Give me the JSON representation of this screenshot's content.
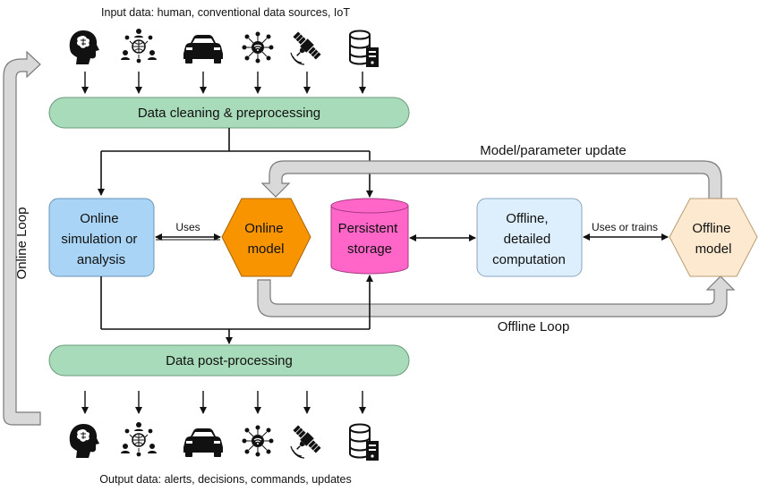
{
  "captions": {
    "input": "Input data: human, conventional data sources, IoT",
    "output": "Output data: alerts, decisions, commands, updates"
  },
  "stages": {
    "cleaning": "Data cleaning & preprocessing",
    "post": "Data post-processing"
  },
  "nodes": {
    "online_sim": [
      "Online",
      "simulation or",
      "analysis"
    ],
    "online_model": [
      "Online",
      "model"
    ],
    "storage": [
      "Persistent",
      "storage"
    ],
    "offline_comp": [
      "Offline,",
      "detailed",
      "computation"
    ],
    "offline_model": [
      "Offline",
      "model"
    ]
  },
  "edge_labels": {
    "uses": "Uses",
    "uses_or_trains": "Uses or trains"
  },
  "loops": {
    "online": "Online Loop",
    "offline": "Offline Loop",
    "update": "Model/parameter update"
  },
  "icons": [
    "human-head-icon",
    "people-network-icon",
    "car-icon",
    "iot-hub-icon",
    "satellite-icon",
    "database-server-icon"
  ],
  "colors": {
    "pill": "#a8dbb9",
    "online_sim": "#a9d4f5",
    "online_model": "#f79400",
    "storage": "#ff66c8",
    "offline_comp": "#ddeefc",
    "offline_model": "#fde9cf",
    "loop": "#d9d9d9"
  }
}
